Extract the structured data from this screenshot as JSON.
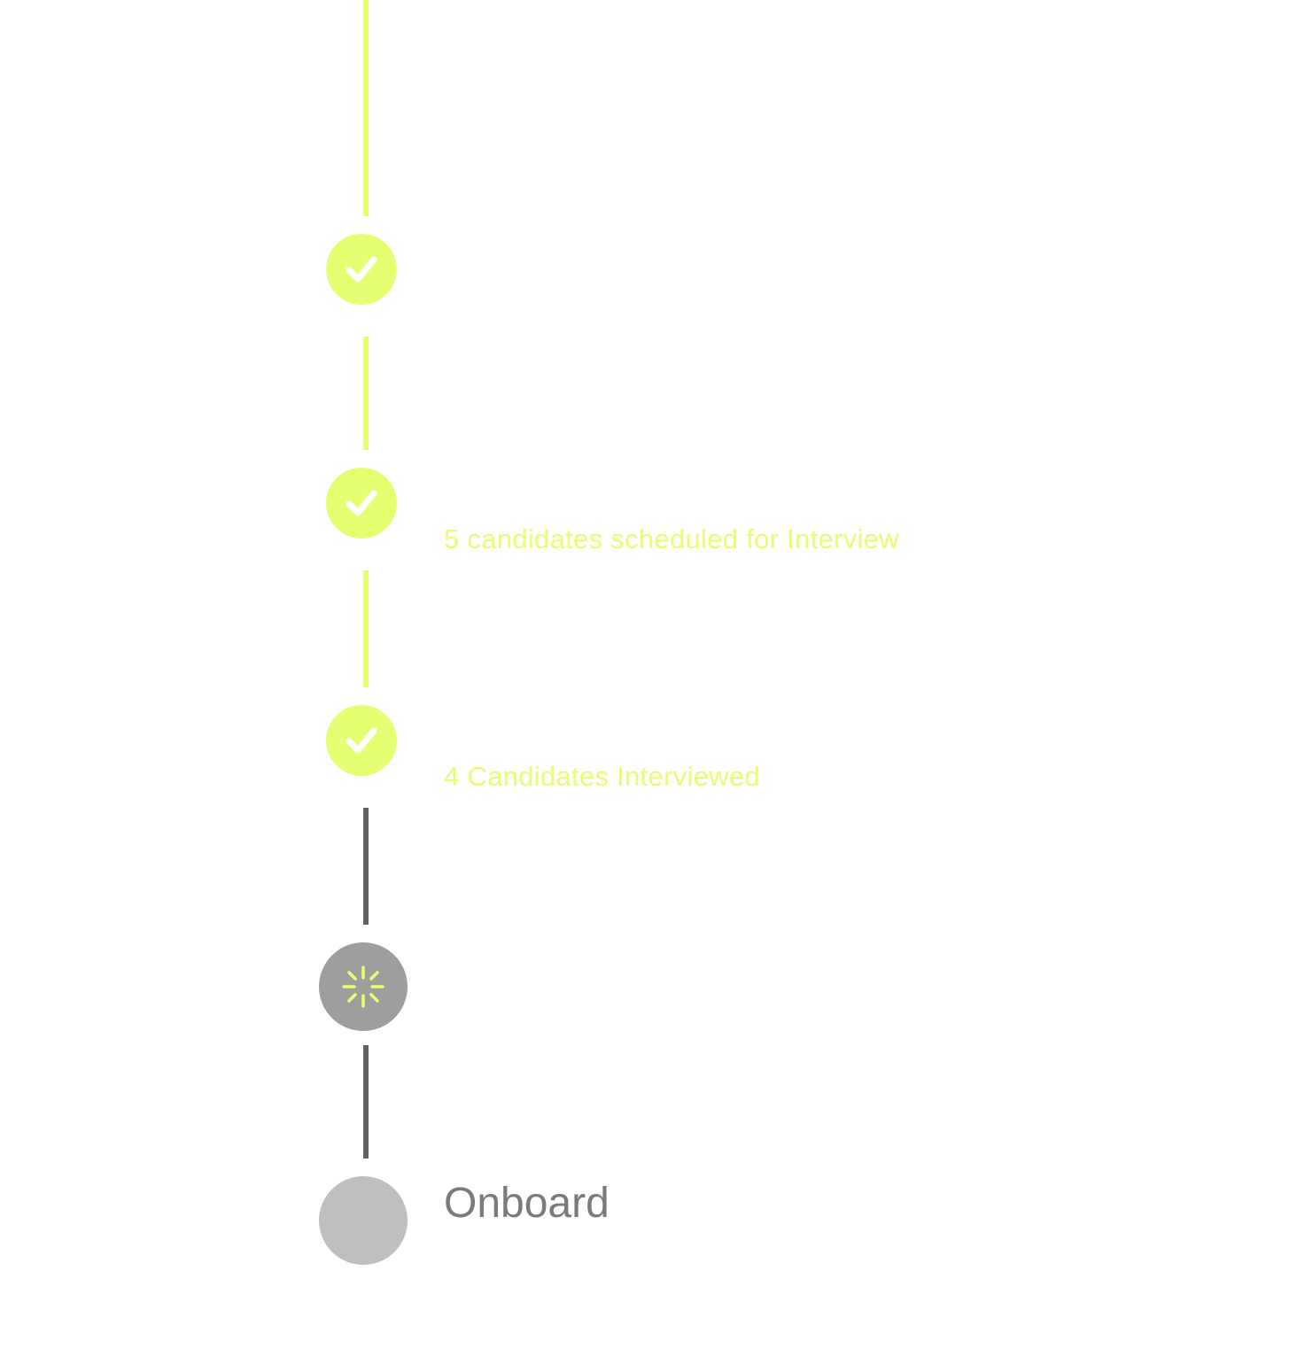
{
  "theme": {
    "accent": "#E5FF72",
    "pending_line": "#616161",
    "progress_bg": "#9E9E9E",
    "upcoming_bg": "#BFBFBF",
    "title_color": "#7A7A7A",
    "check_color": "#FFFFFF"
  },
  "steps": [
    {
      "status": "completed",
      "icon": "check-icon",
      "note": ""
    },
    {
      "status": "completed",
      "icon": "check-icon",
      "note": "5 candidates scheduled for Interview"
    },
    {
      "status": "completed",
      "icon": "check-icon",
      "note": "4 Candidates Interviewed"
    },
    {
      "status": "in-progress",
      "icon": "loading-spinner-icon",
      "note": ""
    },
    {
      "status": "upcoming",
      "icon": "",
      "title": "Onboard"
    }
  ]
}
